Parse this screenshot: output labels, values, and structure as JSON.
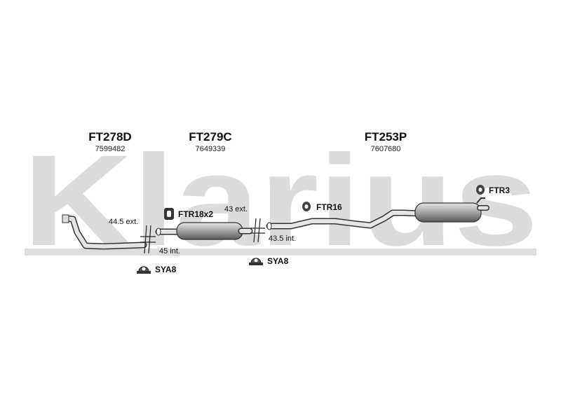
{
  "watermark": {
    "text": "Klarius",
    "color": "#dcdcdc"
  },
  "parts": [
    {
      "code": "FT278D",
      "number": "7599482"
    },
    {
      "code": "FT279C",
      "number": "7649339"
    },
    {
      "code": "FT253P",
      "number": "7607680"
    }
  ],
  "accessories": {
    "ftr18": "FTR18x2",
    "sya8_left": "SYA8",
    "sya8_right": "SYA8",
    "ftr16": "FTR16",
    "ftr3": "FTR3"
  },
  "dimensions": {
    "ext_445": "44.5 ext.",
    "int_45": "45 int.",
    "ext_43": "43 ext.",
    "int_435": "43.5 int."
  }
}
